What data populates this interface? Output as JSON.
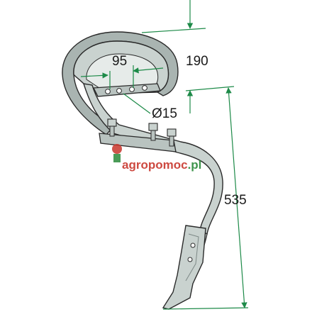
{
  "diagram": {
    "dimensions": {
      "width_small": "95",
      "width_large": "190",
      "hole_diameter": "Ø15",
      "height": "535"
    },
    "watermark": {
      "text_part1": "agropomoc",
      "text_part2": ".pl",
      "color_main": "#c8352b",
      "color_accent": "#2a8a3a"
    },
    "colors": {
      "metal_fill": "#c9d2cf",
      "metal_shadow": "#a9b4b1",
      "outline": "#2a2a2a",
      "dimension_line": "#1d8a48"
    }
  }
}
